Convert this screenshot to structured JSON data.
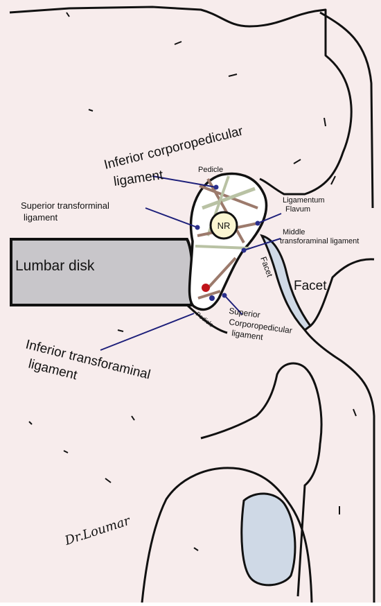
{
  "labels": {
    "inferior_corporopedicular": [
      "Inferior corporopedicular",
      "ligament"
    ],
    "pedicle_top": "Pedicle",
    "superior_transforminal": [
      "Superior transforminal",
      "ligament"
    ],
    "ligamentum_flavum": [
      "Ligamentum",
      "Flavum"
    ],
    "nr": "NR",
    "middle_transforaminal": [
      "Middle",
      "transforaminal ligament"
    ],
    "lumbar_disk": "Lumbar disk",
    "facet_vertical": "Facet",
    "facet_large": "Facet",
    "pedicle_bottom": "Pedicle",
    "superior_corporopedicular": [
      "Superior",
      "Corporopedicular",
      "ligament"
    ],
    "inferior_transforaminal": [
      "Inferior  transforaminal",
      "ligament"
    ]
  },
  "signature": "Dr.Loumar",
  "colors": {
    "bone_fill": "#f7ecec",
    "outline": "#111111",
    "disk_fill": "#c8c6ca",
    "cartilage_fill": "#cfd9e6",
    "pointer_line": "#1d1f7a",
    "pointer_dot": "#2a2f8c",
    "nerve_root_fill": "#fbf6d2",
    "red_vessel": "#c0141a",
    "ligament_brown": "#9c7a6c",
    "ligament_green": "#b9c2a4"
  }
}
